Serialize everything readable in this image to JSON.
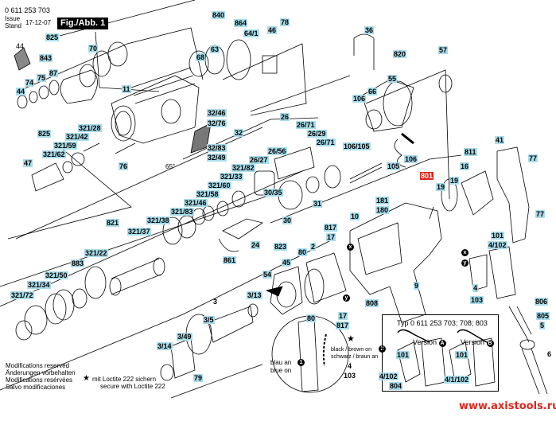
{
  "header": {
    "part_number": "0 611 253 703",
    "issue_label": "Issue",
    "stand_label": "Stand",
    "date": "17-12-07",
    "figure": "Fig./Abb. 1"
  },
  "labels": {
    "l825a": "825",
    "l843": "843",
    "l70": "70",
    "l87": "87",
    "l75": "75",
    "l74": "74",
    "l44b": "44",
    "l44a": "44",
    "l11": "11",
    "l840": "840",
    "l864": "864",
    "l64_1": "64/1",
    "l46": "46",
    "l78": "78",
    "l68": "68",
    "l63": "63",
    "l36": "36",
    "l820": "820",
    "l57": "57",
    "l55": "55",
    "l66": "66",
    "l106a": "106",
    "l106_105": "106/105",
    "l105": "105",
    "l106b": "106",
    "l41": "41",
    "l77a": "77",
    "l811": "811",
    "l16": "16",
    "l801": "801",
    "l19a": "19",
    "l19b": "19",
    "l181": "181",
    "l180": "180",
    "l10": "10",
    "l817a": "817",
    "l17a": "17",
    "l2": "2",
    "l77b": "77",
    "l101": "101",
    "l4_102": "4/102",
    "l4": "4",
    "l103": "103",
    "l806": "806",
    "l808": "808",
    "l9": "9",
    "l26": "26",
    "l26_71a": "26/71",
    "l26_29": "26/29",
    "l26_71b": "26/71",
    "l26_56": "26/56",
    "l26_27": "26/27",
    "l30_35": "30/35",
    "l30": "30",
    "l31": "31",
    "l24": "24",
    "l823": "823",
    "l861": "861",
    "l32_46": "32/46",
    "l32_76": "32/76",
    "l32": "32",
    "l32_83": "32/83",
    "l32_49": "32/49",
    "l65": "65°",
    "l321_28": "321/28",
    "l321_42": "321/42",
    "l321_59": "321/59",
    "l321_62": "321/62",
    "l825b": "825",
    "l47": "47",
    "l76": "76",
    "l321_82": "321/82",
    "l321_33": "321/33",
    "l321_60": "321/60",
    "l321_58": "321/58",
    "l321_46": "321/46",
    "l321_83": "321/83",
    "l321_38": "321/38",
    "l821": "821",
    "l321_37": "321/37",
    "l321_22": "321/22",
    "l883": "883",
    "l321_50": "321/50",
    "l321_34": "321/34",
    "l321_72": "321/72",
    "l80a": "80",
    "l45": "45",
    "l54": "54",
    "l3_13": "3/13",
    "l3": "3",
    "l3_5": "3/5",
    "l3_49": "3/49",
    "l3_14": "3/14",
    "l79": "79",
    "l80b": "80",
    "l17b": "17",
    "l817b": "817",
    "l805": "805",
    "l5": "5",
    "l6": "6",
    "lx1": "x",
    "ly1": "y",
    "lx2": "x",
    "ly2": "y"
  },
  "detail": {
    "blue_de": "blau an",
    "blue_en": "blue on",
    "black_en": "black / brown on",
    "black_de": "schwarz / braun an",
    "marker1": "1",
    "marker2": "2",
    "four": "4",
    "onezerothree": "103",
    "star": "★"
  },
  "inset": {
    "title": "Typ 0 611 253 703; 708; 803",
    "version_label": "Version",
    "version_a": "A",
    "version_b": "B",
    "l101a": "101",
    "l101b": "101",
    "l4_102": "4/102",
    "l804": "804",
    "l4_1_102": "4/1/102"
  },
  "footer": {
    "mod_en": "Modifications reserved",
    "mod_de": "Änderungen vorbehalten",
    "mod_fr": "Modifications resérvées",
    "mod_es": "Salvo modificaciones",
    "star": "★",
    "loctite_de": "mit Loctite 222 sichern",
    "loctite_en": "secure with Loctite 222",
    "url": "www.axistools.ru"
  },
  "colors": {
    "label_bg": "#a9dcea",
    "highlight": "#d62a1e",
    "url": "#d62a1e"
  }
}
